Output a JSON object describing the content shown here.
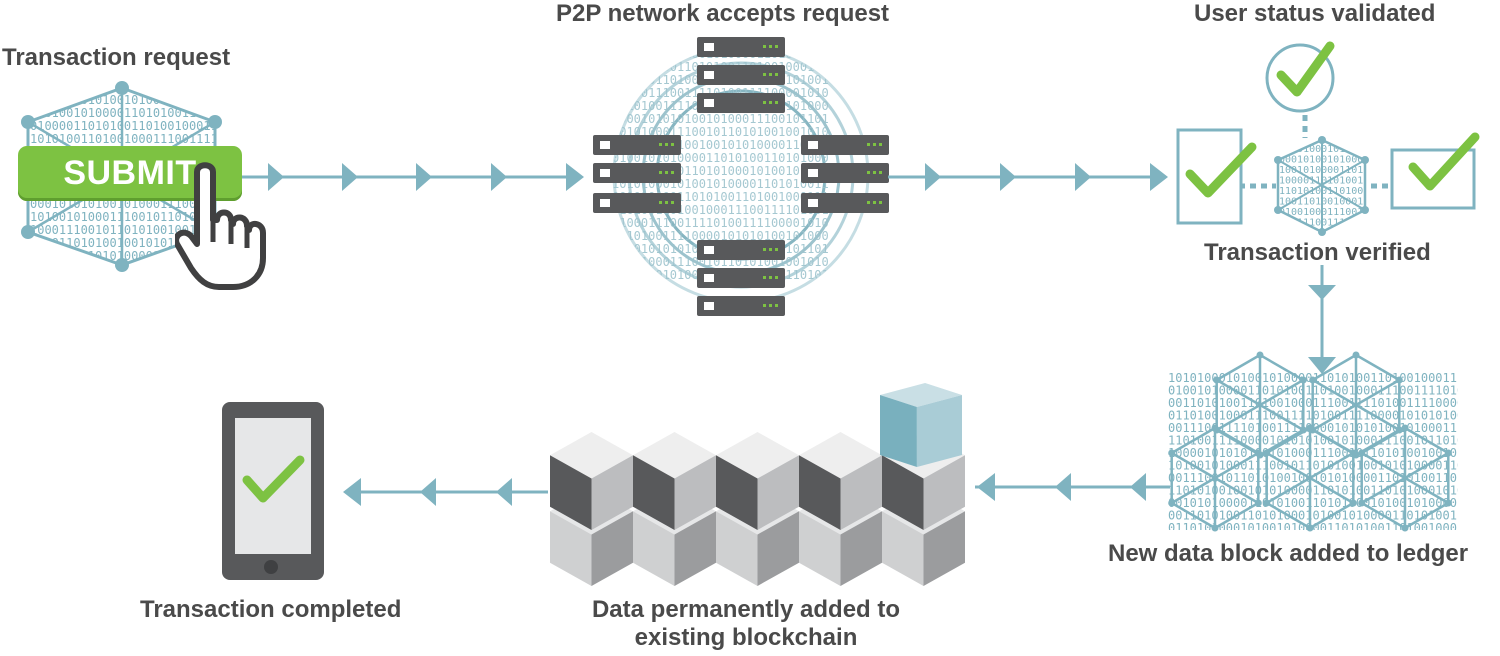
{
  "steps": {
    "request": "Transaction request",
    "p2p": "P2P network accepts request",
    "status": "User status validated",
    "verified": "Transaction verified",
    "new_block": "New data block added to ledger",
    "permanent_line1": "Data permanently added to",
    "permanent_line2": "existing blockchain",
    "completed": "Transaction completed"
  },
  "submit_button": {
    "label": "SUBMIT"
  },
  "binary_text": "10101000101001010000110101001101001000111001111010011110000101010100101000111001011010100100101010000110101001",
  "colors": {
    "teal": "#7fb3c0",
    "teal_dark": "#6aa3b1",
    "green": "#7dc242",
    "server": "#58595b",
    "text": "#4a4a4a"
  }
}
